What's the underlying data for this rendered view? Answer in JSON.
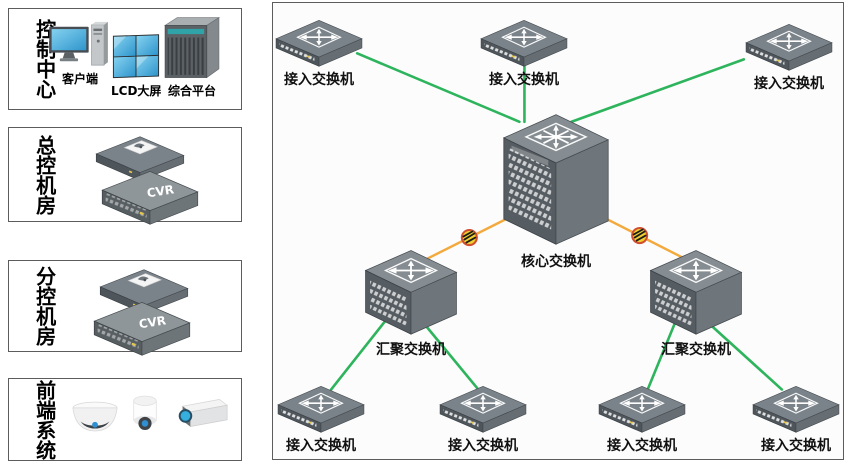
{
  "colors": {
    "link_green": "#2eb45c",
    "link_yellow": "#f3a93c",
    "bolt_fill": "#f2cf2e",
    "bolt_ring": "#d04f2e",
    "screen_blue": "#2f95cc",
    "panel_border": "#5c5c5c"
  },
  "panels": [
    {
      "title": "控制中心",
      "items": [
        {
          "label": "客户端"
        },
        {
          "label": "LCD大屏"
        },
        {
          "label": "综合平台"
        }
      ]
    },
    {
      "title": "总控机房",
      "items": [
        {
          "label": "CVR"
        }
      ]
    },
    {
      "title": "分控机房",
      "items": [
        {
          "label": "CVR"
        }
      ]
    },
    {
      "title": "前端系统",
      "items": []
    }
  ],
  "topology": {
    "nodes": [
      {
        "id": "access-top-1",
        "label": "接入交换机"
      },
      {
        "id": "access-top-2",
        "label": "接入交换机"
      },
      {
        "id": "access-top-3",
        "label": "接入交换机"
      },
      {
        "id": "core",
        "label": "核心交换机"
      },
      {
        "id": "agg-left",
        "label": "汇聚交换机"
      },
      {
        "id": "agg-right",
        "label": "汇聚交换机"
      },
      {
        "id": "access-bot-1",
        "label": "接入交换机"
      },
      {
        "id": "access-bot-2",
        "label": "接入交换机"
      },
      {
        "id": "access-bot-3",
        "label": "接入交换机"
      },
      {
        "id": "access-bot-4",
        "label": "接入交换机"
      }
    ]
  }
}
